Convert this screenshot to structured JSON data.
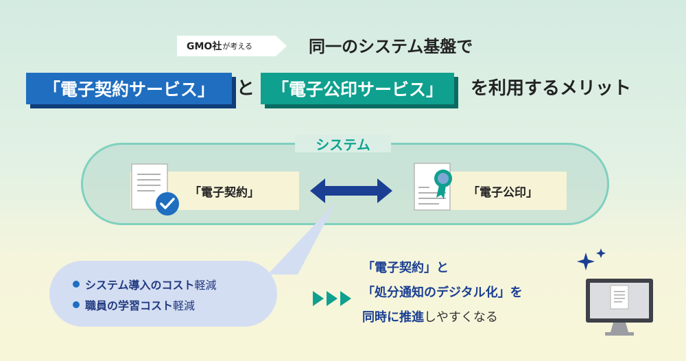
{
  "header": {
    "badge_main": "GMO社",
    "badge_small": "が考える",
    "subtitle": "同一のシステム基盤で",
    "box_contract": "「電子契約サービス」",
    "connector": "と",
    "box_seal": "「電子公印サービス」",
    "suffix": "を利用するメリット"
  },
  "system": {
    "label": "システム",
    "left_card": "「電子契約」",
    "right_card": "「電子公印」"
  },
  "bubble": {
    "line1_a": "システム導入のコスト",
    "line1_b": "軽減",
    "line2_a": "職員の学習コスト",
    "line2_b": "軽減"
  },
  "result": {
    "line1": "「電子契約」と",
    "line2": "「処分通知のデジタル化」を",
    "line3_a": "同時に推進",
    "line3_b": "しやすくなる"
  },
  "colors": {
    "blue": "#1f6ec0",
    "teal": "#10a08f",
    "navy": "#1b3f92"
  }
}
